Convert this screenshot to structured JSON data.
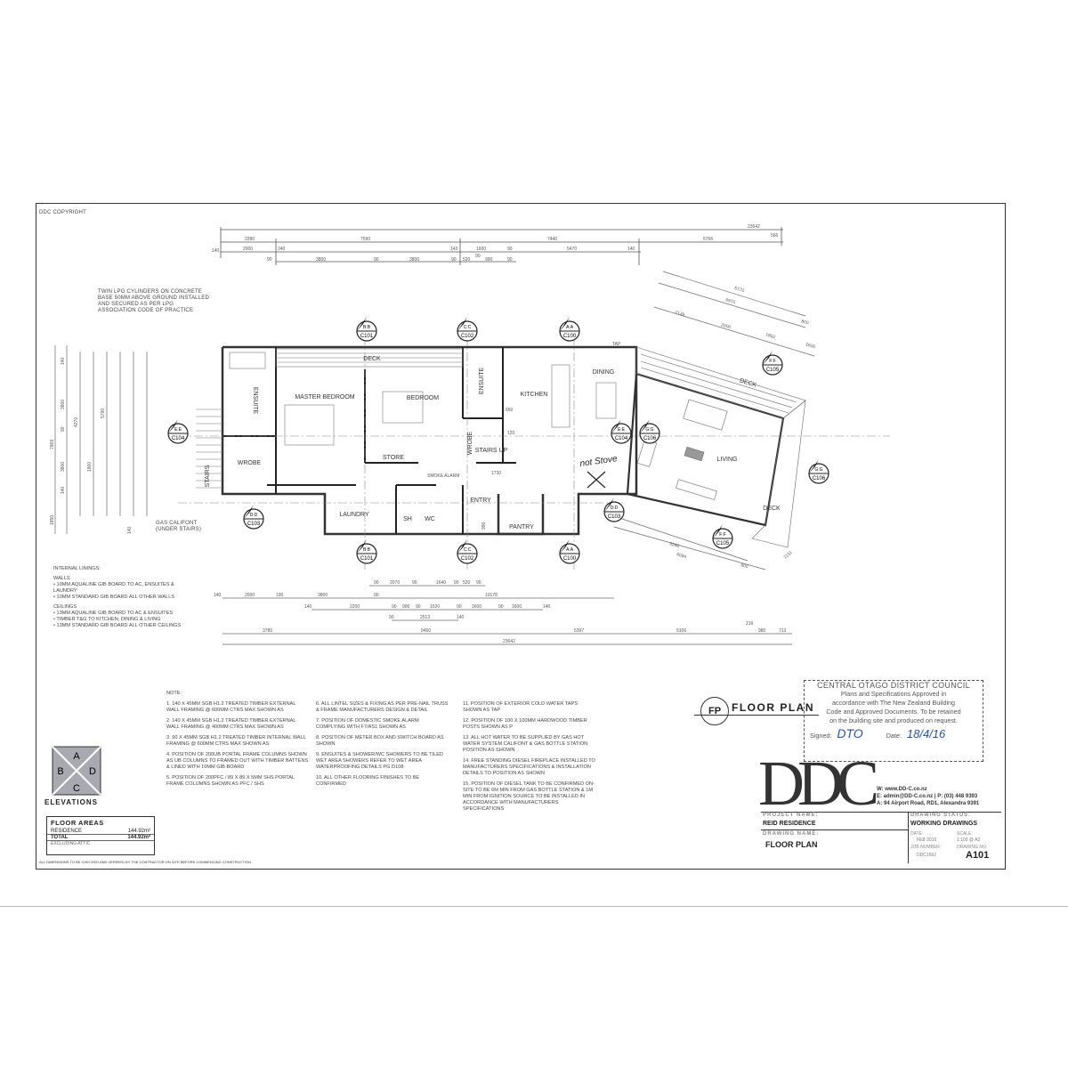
{
  "sheet": {
    "copyright": "DDC COPYRIGHT",
    "footer_note": "ALL DIMENSIONS TO BE CHECKED AND VERIFIED BY THE CONTRACTOR ON SITE BEFORE COMMENCING CONSTRUCTION",
    "handwritten_note": "not Stove"
  },
  "plan": {
    "rooms": {
      "master_bedroom": "MASTER BEDROOM",
      "ensuite_1": "ENSUITE",
      "wrobe_1": "WROBE",
      "deck_top": "DECK",
      "bedroom": "BEDROOM",
      "ensuite_2": "ENSUITE",
      "kitchen": "KITCHEN",
      "dining": "DINING",
      "store": "STORE",
      "wrobe_2": "WROBE",
      "stairs_up": "STAIRS UP",
      "stairs_side": "STAIRS",
      "laundry": "LAUNDRY",
      "sh": "SH",
      "wc": "WC",
      "entry": "ENTRY",
      "pantry": "PANTRY",
      "living": "LIVING",
      "deck_right_top": "DECK",
      "deck_right_bottom": "DECK"
    },
    "callouts": {
      "lpg": "TWIN LPG CYLINDERS ON CONCRETE BASE 50MM ABOVE GROUND INSTALLED AND SECURED AS PER LPG ASSOCIATION CODE OF PRACTICE",
      "califont": "GAS CALIFONT (UNDER STAIRS)",
      "smoke": "SMOKE ALARM",
      "tap": "TAP"
    },
    "section_markers": [
      {
        "id": "B:B",
        "sheet": "C101"
      },
      {
        "id": "C:C",
        "sheet": "C102"
      },
      {
        "id": "A:A",
        "sheet": "C100"
      },
      {
        "id": "E:E",
        "sheet": "C104"
      },
      {
        "id": "D:D",
        "sheet": "C103"
      },
      {
        "id": "B:B",
        "sheet": "C101"
      },
      {
        "id": "C:C",
        "sheet": "C102"
      },
      {
        "id": "A:A",
        "sheet": "C100"
      },
      {
        "id": "D:D",
        "sheet": "C103"
      },
      {
        "id": "E:E",
        "sheet": "C104"
      },
      {
        "id": "G:G",
        "sheet": "C106"
      },
      {
        "id": "G:G",
        "sheet": "C106"
      },
      {
        "id": "F:F",
        "sheet": "C105"
      },
      {
        "id": "F:F",
        "sheet": "C105"
      }
    ],
    "dims_top": {
      "overall": "23642",
      "row2": [
        "2280",
        "7590",
        "7440",
        "5766",
        "566"
      ],
      "row3": [
        "140",
        "2000",
        "240",
        "143",
        "1600",
        "90",
        "5470",
        "140"
      ],
      "row4": [
        "90",
        "3800",
        "90",
        "3800",
        "90",
        "520",
        "90",
        "990",
        "90"
      ]
    },
    "dims_bottom": {
      "row1": [
        "90",
        "2070",
        "90",
        "1640",
        "90",
        "520",
        "90"
      ],
      "row2": [
        "140",
        "2000",
        "190",
        "3800",
        "90",
        "10178"
      ],
      "row3": [
        "140",
        "2200",
        "90",
        "900",
        "90",
        "1520",
        "90",
        "1600",
        "90",
        "1600",
        "140"
      ],
      "row4": [
        "90",
        "2513",
        "140"
      ],
      "row5": [
        "3780",
        "9460",
        "5397",
        "5106",
        "216",
        "980",
        "713"
      ],
      "overall": "23642"
    },
    "dims_angled": [
      "6770",
      "5970",
      "2139",
      "2000",
      "1852",
      "1600",
      "800",
      "5266",
      "6094",
      "800",
      "1131"
    ],
    "dims_left": [
      "140",
      "3800",
      "90",
      "3800",
      "140",
      "7969",
      "4270",
      "5790",
      "1900",
      "1850",
      "140"
    ],
    "dims_inner": [
      "650",
      "120",
      "1730",
      "990"
    ]
  },
  "internal_linings": {
    "title": "INTERNAL LININGS:",
    "walls_title": "WALLS",
    "walls": [
      "10MM AQUALINE GIB BOARD TO AC, ENSUITES & LAUNDRY",
      "10MM STANDARD GIB BOARD ALL OTHER WALLS"
    ],
    "ceilings_title": "CEILINGS",
    "ceilings": [
      "13MM AQUALINE GIB BOARD TO AC & ENSUITES",
      "TIMBER T&G TO KITCHEN, DINING & LIVING",
      "13MM STANDARD GIB BOARD ALL OTHER CEILINGS"
    ]
  },
  "notes": {
    "title": "NOTE:",
    "items": [
      "1. 140 X 45MM SGB H1.2 TREATED TIMBER EXTERNAL WALL FRAMING @ 600MM CTRS MAX SHOWN AS",
      "2. 140 X 45MM SGB H1.2 TREATED TIMBER EXTERNAL WALL FRAMING @ 400MM CTRS MAX SHOWN AS",
      "3. 90 X 45MM SGB H1.2 TREATED TIMBER INTERNAL WALL FRAMING @ 600MM CTRS MAX SHOWN AS",
      "4. POSITION OF 200UB PORTAL FRAME COLUMNS SHOWN AS UB COLUMNS TO FRAMED OUT WITH TIMBER BATTENS & LINED WITH 10MM GIB BOARD",
      "5. POSITION OF 200PFC / 89 X 89 X 5MM SHS PORTAL FRAME COLUMNS SHOWN AS PFC / SHS",
      "6. ALL LINTEL SIZES & FIXING AS PER PRE-NAIL TRUSS & FRAME MANUFACTURERS DESIGN & DETAIL",
      "7. POSITION OF DOMESTIC SMOKE ALARM COMPLYING WITH F7/AS1 SHOWN AS",
      "8. POSITION OF METER BOX AND SWITCH BOARD AS SHOWN",
      "9. ENSUITES & SHOWER/WC SHOWERS TO BE TILED WET AREA SHOWERS REFER TO WET AREA WATERPROOFING DETAILS PG D108",
      "10. ALL OTHER FLOORING FINISHES TO BE CONFIRMED",
      "11. POSITION OF EXTERIOR COLD WATER TAPS SHOWN AS TAP",
      "12. POSITION OF 100 X 100MM HARDWOOD TIMBER POSTS SHOWN AS P",
      "13. ALL HOT WATER TO BE SUPPLIED BY GAS HOT WATER SYSTEM CALIFONT & GAS BOTTLE STATION POSITION AS SHOWN",
      "14. FREE STANDING DIESEL FIREPLACE INSTALLED TO MANUFACTURERS SPECIFICATIONS & INSTALLATION DETAILS TO POSITION AS SHOWN",
      "15. POSITION OF DIESEL TANK TO BE CONFIRMED ON-SITE TO BE 6M MIN FROM GAS BOTTLE STATION & 1M MIN FROM IGNITION SOURCE TO BE INSTALLED IN ACCORDANCE WITH MANUFACTURERS SPECIFICATIONS"
    ]
  },
  "elevations": {
    "title": "ELEVATIONS",
    "letters": [
      "A",
      "B",
      "C",
      "D"
    ]
  },
  "floor_areas": {
    "title": "FLOOR AREAS",
    "rows": [
      {
        "label": "RESIDENCE",
        "value": "144.92m²"
      },
      {
        "label": "TOTAL",
        "value": "144.92m²"
      }
    ],
    "footnote": "EXCLUDING ATTIC"
  },
  "drawing_label": {
    "code": "FP",
    "title": "FLOOR PLAN"
  },
  "stamp": {
    "line1": "CENTRAL OTAGO DISTRICT COUNCIL",
    "line2": "Plans and Specifications Approved in",
    "line3": "accordance with The New Zealand Building",
    "line4": "Code and Approved Documents. To be retained",
    "line5": "on the building site and produced on request.",
    "signed_label": "Signed:",
    "signature": "DTO",
    "date_label": "Date:",
    "date": "18/4/16"
  },
  "company": {
    "logo": "DDC",
    "web": "W: www.DD-C.co.nz",
    "email_phone": "E: admin@DD-C.co.nz | P: (03) 448 9393",
    "address": "A: 94 Airport Road, RD1, Alexandra 9391"
  },
  "title_block": {
    "project_label": "PROJECT NAME:",
    "project": "REID RESIDENCE",
    "drawing_label": "DRAWING NAME:",
    "drawing": "FLOOR PLAN",
    "status_label": "DRAWING STATUS:",
    "status": "WORKING DRAWINGS",
    "date_label": "DATE:",
    "date": "FEB 2016",
    "scale_label": "SCALE:",
    "scale": "1:100 @ A3",
    "job_label": "JOB NUMBER:",
    "job": "DDC1562",
    "drawing_no_label": "DRAWING NO:",
    "drawing_no": "A101"
  }
}
